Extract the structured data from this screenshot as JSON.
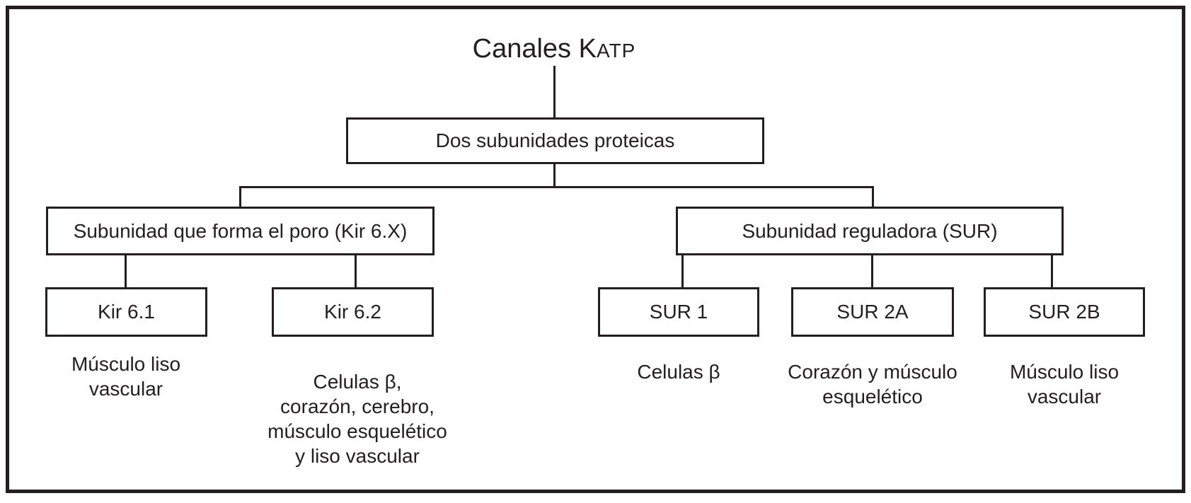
{
  "colors": {
    "ink": "#231f20",
    "background": "#ffffff"
  },
  "title": {
    "main": "Canales K",
    "subscript": "ATP"
  },
  "tree": {
    "root": {
      "label": "Dos subunidades proteicas"
    },
    "left": {
      "label": "Subunidad que forma el poro (Kir 6.X)",
      "children": [
        {
          "label": "Kir 6.1",
          "tissues": [
            "Músculo liso",
            "vascular"
          ]
        },
        {
          "label": "Kir 6.2",
          "tissues": [
            "Celulas β,",
            "corazón, cerebro,",
            "músculo esquelético",
            "y liso vascular"
          ]
        }
      ]
    },
    "right": {
      "label": "Subunidad reguladora (SUR)",
      "children": [
        {
          "label": "SUR 1",
          "tissues": [
            "Celulas β"
          ]
        },
        {
          "label": "SUR 2A",
          "tissues": [
            "Corazón y músculo",
            "esquelético"
          ]
        },
        {
          "label": "SUR 2B",
          "tissues": [
            "Músculo liso",
            "vascular"
          ]
        }
      ]
    }
  }
}
